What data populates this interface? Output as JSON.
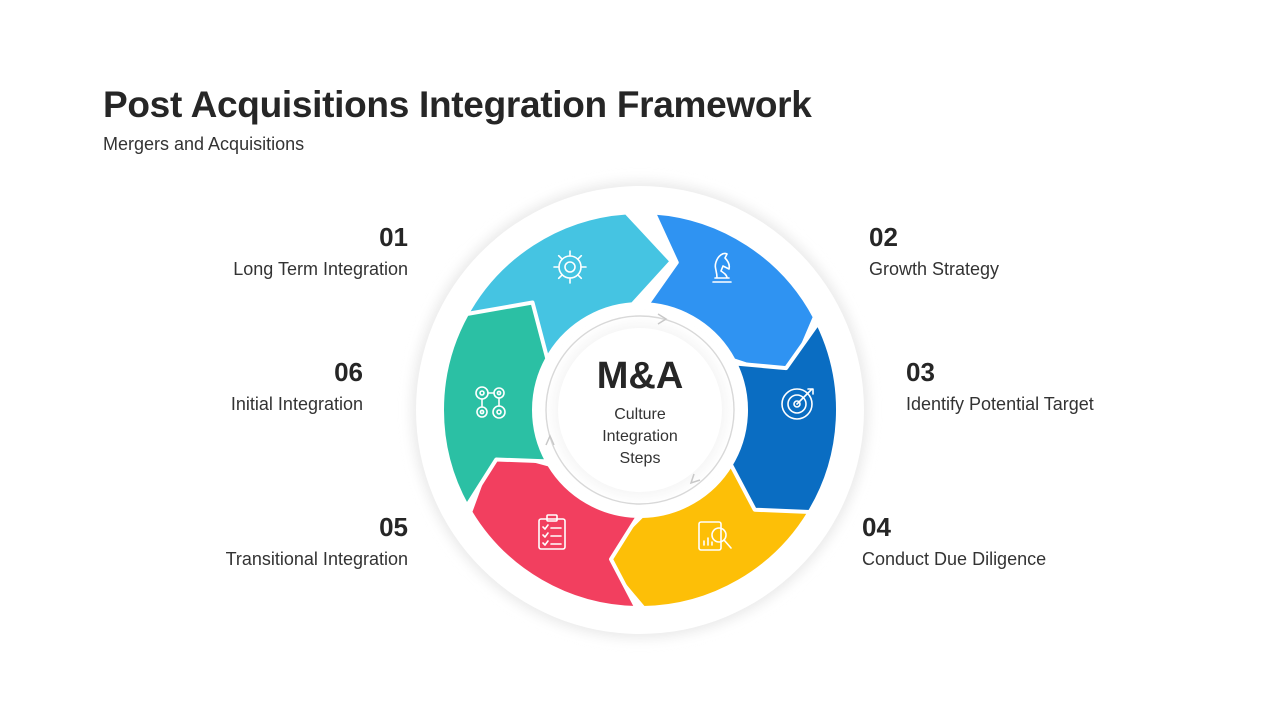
{
  "header": {
    "title": "Post Acquisitions Integration Framework",
    "subtitle": "Mergers and Acquisitions"
  },
  "center": {
    "title": "M&A",
    "subtitle_lines": [
      "Culture",
      "Integration",
      "Steps"
    ]
  },
  "steps": [
    {
      "num": "01",
      "label": "Long Term  Integration",
      "color": "#45C4E2",
      "icon": "gear-icon"
    },
    {
      "num": "02",
      "label": "Growth Strategy",
      "color": "#2F93F2",
      "icon": "chess-knight-icon"
    },
    {
      "num": "03",
      "label": "Identify Potential Target",
      "color": "#0A6DC2",
      "icon": "target-icon"
    },
    {
      "num": "04",
      "label": "Conduct Due Diligence",
      "color": "#FDBF07",
      "icon": "report-analysis-icon"
    },
    {
      "num": "05",
      "label": "Transitional Integration",
      "color": "#F23F5F",
      "icon": "clipboard-checklist-icon"
    },
    {
      "num": "06",
      "label": "Initial Integration",
      "color": "#2BC0A4",
      "icon": "gears-process-icon"
    }
  ]
}
